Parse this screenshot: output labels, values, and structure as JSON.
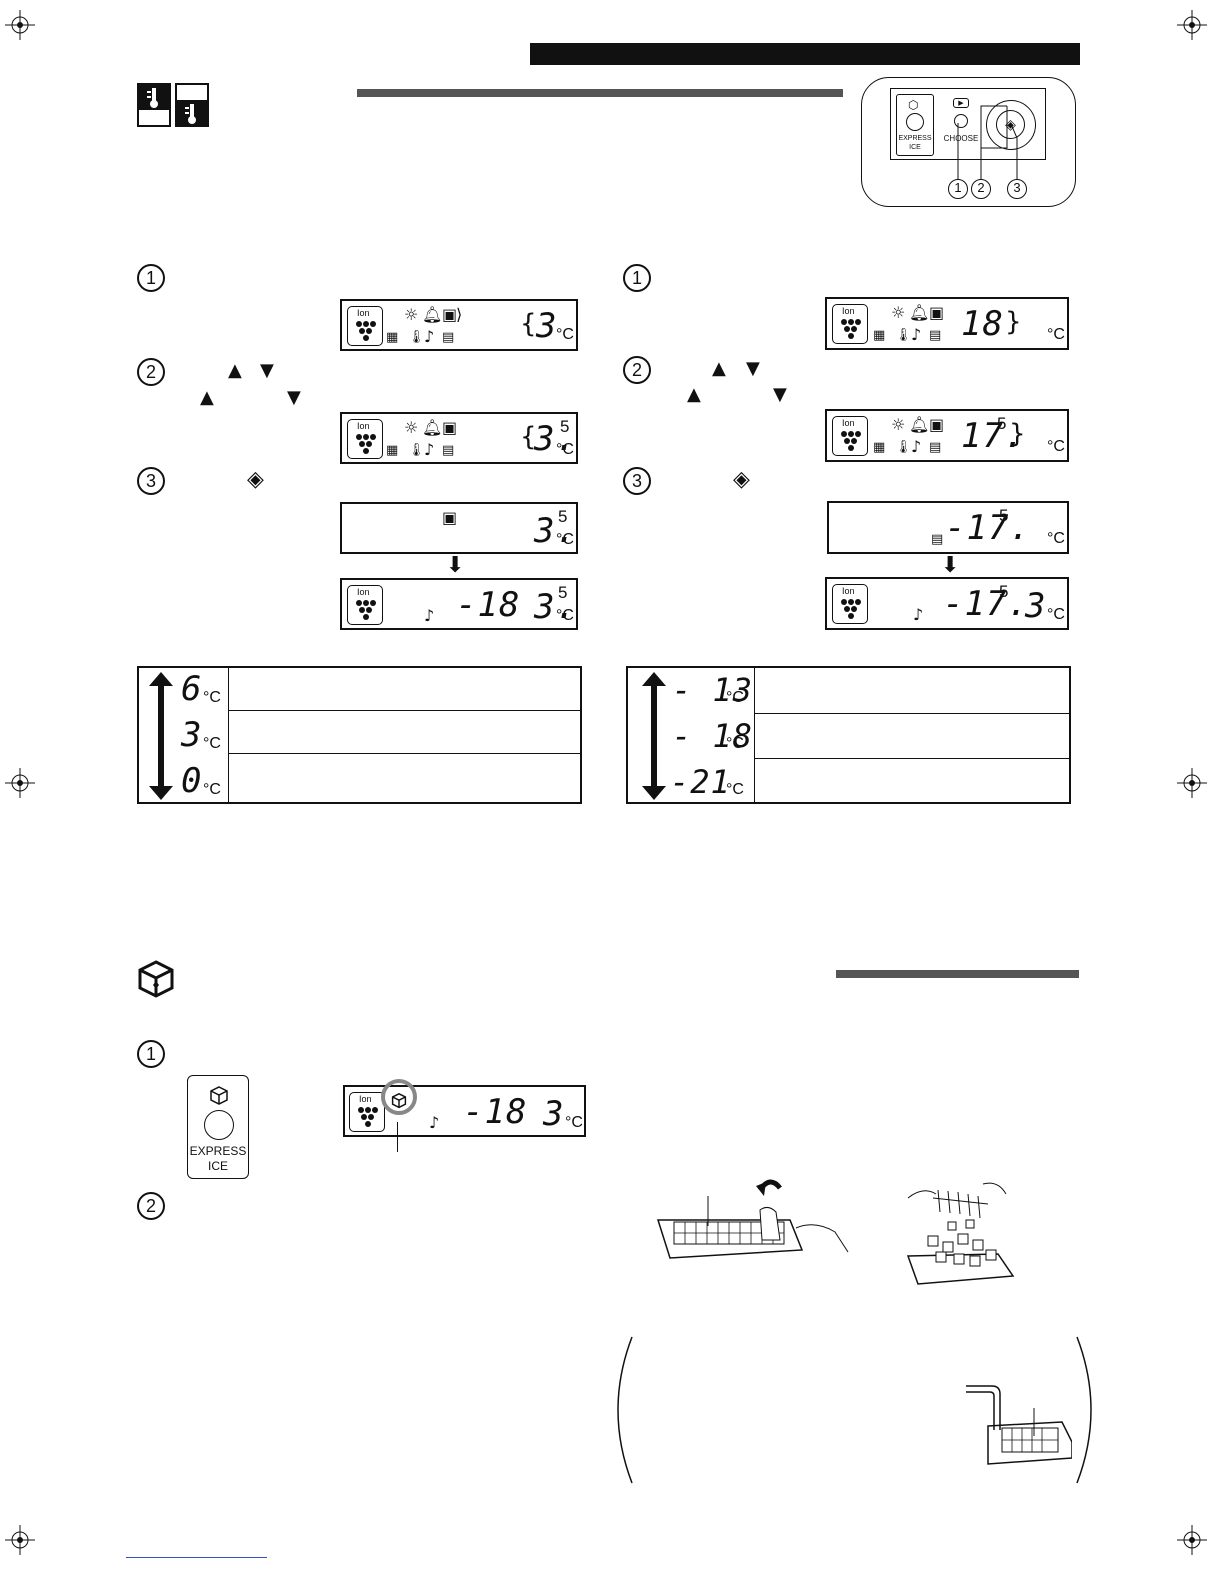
{
  "top_icons": [
    "fridge-temp-icon",
    "freezer-temp-icon"
  ],
  "panel": {
    "express_ice_label": "EXPRESS\nICE",
    "choose_label": "CHOOSE",
    "callouts": [
      "1",
      "2",
      "3"
    ]
  },
  "step_numbers": [
    "1",
    "2",
    "3"
  ],
  "left": {
    "lcd1": {
      "ion": "Ion",
      "digits": "3",
      "unit": "°C"
    },
    "lcd2": {
      "ion": "Ion",
      "digits": "3.",
      "sup": "5",
      "unit": "°C"
    },
    "lcd3": {
      "digits": "3.",
      "sup": "5",
      "unit": "°C"
    },
    "lcd4": {
      "ion": "Ion",
      "freezer": "-18",
      "fridge": "3.",
      "sup": "5",
      "unit": "°C"
    },
    "range": [
      {
        "value": "6",
        "unit": "°C"
      },
      {
        "value": "3",
        "unit": "°C"
      },
      {
        "value": "0",
        "unit": "°C"
      }
    ]
  },
  "right": {
    "lcd1": {
      "ion": "Ion",
      "digits": "18",
      "unit": "°C"
    },
    "lcd2": {
      "ion": "Ion",
      "digits": "17.",
      "sup": "5",
      "unit": "°C"
    },
    "lcd3": {
      "digits": "-17.",
      "sup": "5",
      "unit": "°C"
    },
    "lcd4": {
      "ion": "Ion",
      "freezer": "-17.",
      "sup": "5",
      "fridge": "3",
      "unit": "°C"
    },
    "range": [
      {
        "value": "- 13",
        "unit": "°C"
      },
      {
        "value": "- 18",
        "unit": "°C"
      },
      {
        "value": "-21",
        "unit": "°C"
      }
    ]
  },
  "express": {
    "button_label_1": "EXPRESS",
    "button_label_2": "ICE",
    "lcd": {
      "ion": "Ion",
      "freezer": "-18",
      "fridge": "3",
      "unit": "°C"
    }
  },
  "glyphs": {
    "up": "▲",
    "down": "▼",
    "set": "◈",
    "arrow_down": "⬇",
    "note": "♪"
  }
}
